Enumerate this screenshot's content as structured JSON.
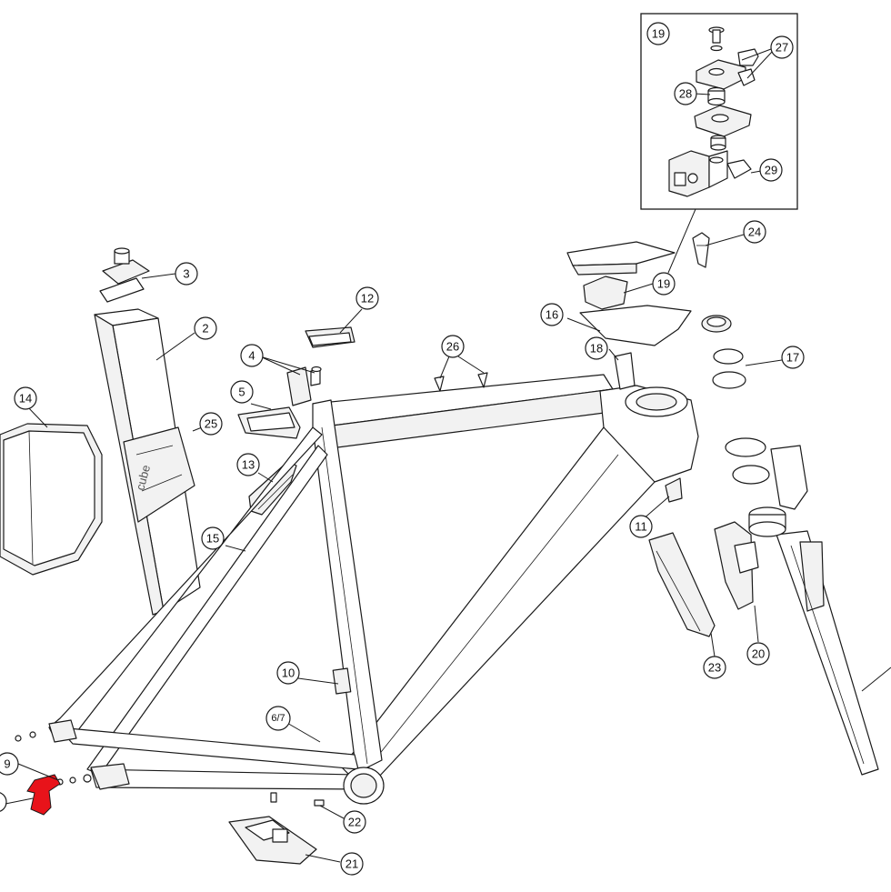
{
  "colors": {
    "line": "#1a1a1a",
    "fill": "#ffffff",
    "shade": "#f2f2f2",
    "highlight": "#e8131a"
  },
  "callouts": {
    "c2": "2",
    "c3": "3",
    "c4": "4",
    "c5": "5",
    "c6_7": "6/7",
    "c9": "9",
    "c10": "10",
    "c11": "11",
    "c12": "12",
    "c13": "13",
    "c14": "14",
    "c15": "15",
    "c16": "16",
    "c17": "17",
    "c18": "18",
    "c19_inset": "19",
    "c19_main": "19",
    "c20": "20",
    "c21": "21",
    "c22": "22",
    "c23": "23",
    "c24": "24",
    "c25": "25",
    "c26": "26",
    "c27": "27",
    "c28": "28",
    "c29": "29"
  },
  "highlighted_part": {
    "icon": "derailleur-hanger-icon",
    "color": "#e8131a"
  }
}
